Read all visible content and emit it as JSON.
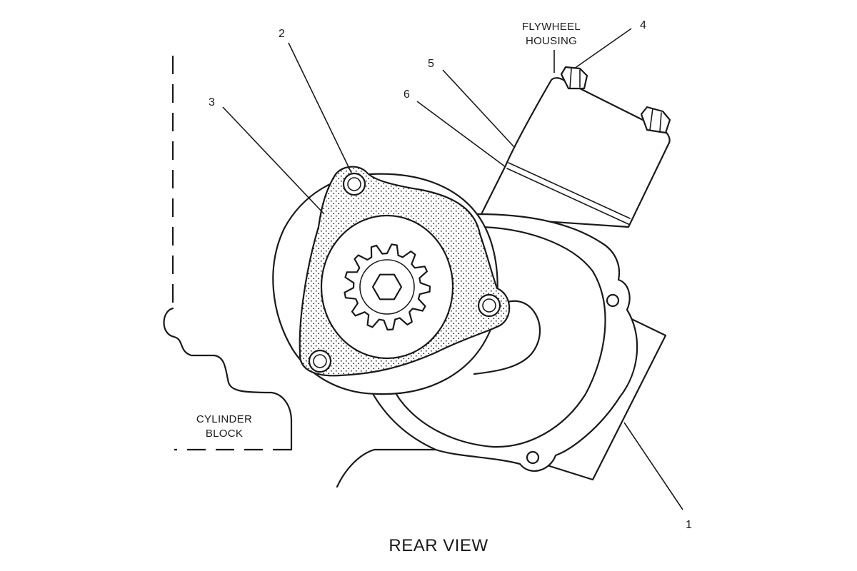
{
  "diagram": {
    "caption": "REAR VIEW",
    "notes": {
      "flywheel_housing": [
        "FLYWHEEL",
        "HOUSING"
      ],
      "cylinder_block": [
        "CYLINDER",
        "BLOCK"
      ]
    },
    "callouts": [
      "1",
      "2",
      "3",
      "4",
      "5",
      "6"
    ]
  }
}
